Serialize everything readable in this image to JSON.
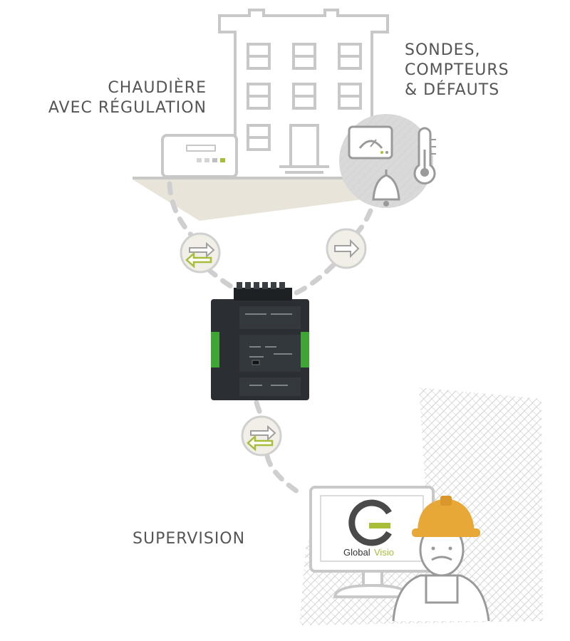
{
  "labels": {
    "boiler": [
      "CHAUDIÈRE",
      "AVEC RÉGULATION"
    ],
    "sensors": [
      "SONDES,",
      "COMPTEURS",
      "& DÉFAUTS"
    ],
    "supervision": "SUPERVISION"
  },
  "logo": {
    "part1": "Global",
    "part2": "Visio"
  },
  "colors": {
    "line": "#c8c8c8",
    "accent": "#a8be3a",
    "helmet": "#e8a838",
    "floor": "#e9e4da",
    "device": "#2b2f33",
    "device_green": "#3fa535"
  }
}
